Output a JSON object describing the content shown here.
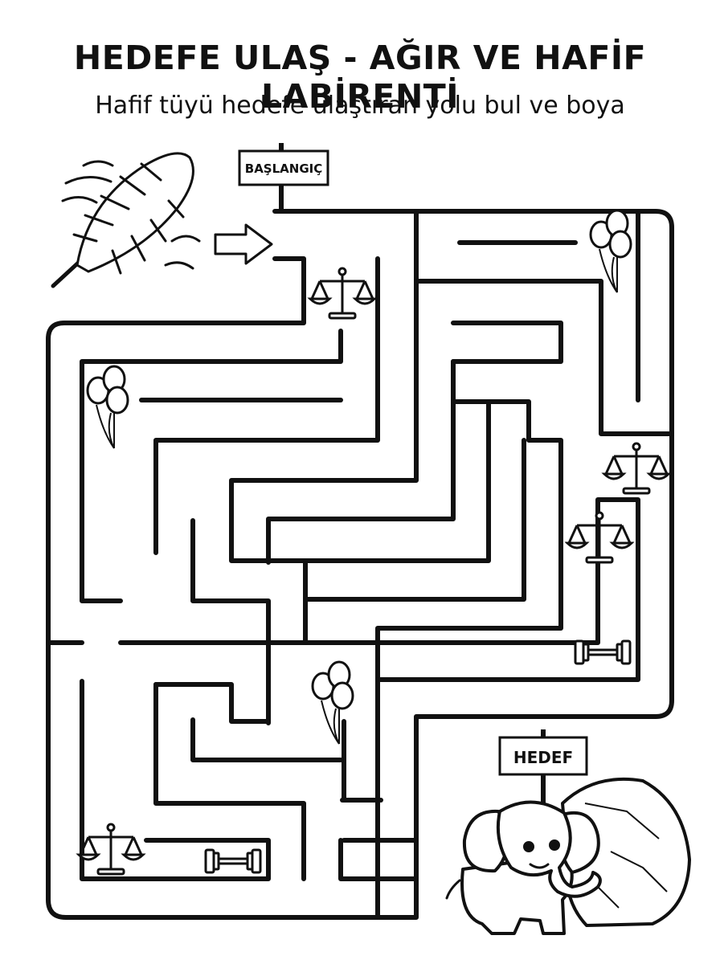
{
  "header": {
    "title": "HEDEFE ULAŞ - AĞIR VE HAFİF LABİRENTİ",
    "subtitle": "Hafif tüyü hedefe ulaştıran yolu bul ve boya"
  },
  "signs": {
    "start": "BAŞLANGIÇ",
    "goal": "HEDEF"
  },
  "icons": {
    "start_character": "feather-icon",
    "goal_character": "elephant-icon",
    "goal_object": "boulder-icon",
    "light_item": "balloons-icon",
    "weight_item": "dumbbell-icon",
    "balance_item": "scale-icon",
    "direction": "arrow-right-icon"
  },
  "colors": {
    "ink": "#111111",
    "paper": "#ffffff"
  }
}
